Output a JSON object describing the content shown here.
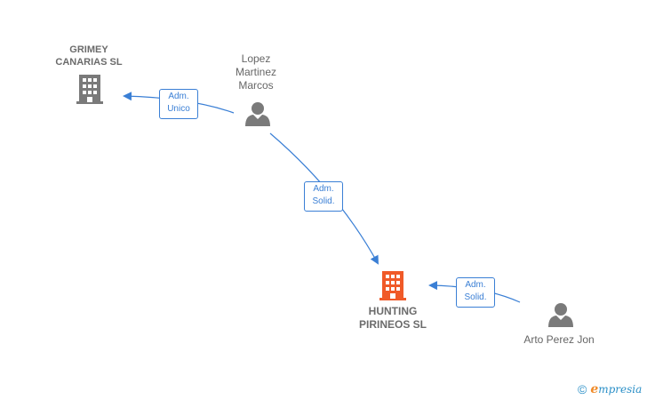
{
  "nodes": {
    "grimey": {
      "label": "GRIMEY\nCANARIAS  SL",
      "type": "company",
      "color": "#7a7a7a",
      "icon": "building-icon"
    },
    "lopez": {
      "label": "Lopez\nMartinez\nMarcos",
      "type": "person",
      "color": "#7a7a7a",
      "icon": "person-icon"
    },
    "hunting": {
      "label": "HUNTING\nPIRINEOS  SL",
      "type": "company",
      "color": "#f05a28",
      "icon": "building-icon"
    },
    "arto": {
      "label": "Arto Perez Jon",
      "type": "person",
      "color": "#7a7a7a",
      "icon": "person-icon"
    }
  },
  "edges": [
    {
      "from": "lopez",
      "to": "grimey",
      "label": "Adm.\nUnico"
    },
    {
      "from": "lopez",
      "to": "hunting",
      "label": "Adm.\nSolid."
    },
    {
      "from": "arto",
      "to": "hunting",
      "label": "Adm.\nSolid."
    }
  ],
  "colors": {
    "edge": "#3a7fd5",
    "edge_label_border": "#3a7fd5",
    "edge_label_text": "#3a7fd5",
    "brand_blue": "#2a8fc7",
    "brand_orange": "#f08b2a"
  },
  "footer": {
    "copyright_symbol": "©",
    "brand_initial": "e",
    "brand_rest": "mpresia"
  }
}
